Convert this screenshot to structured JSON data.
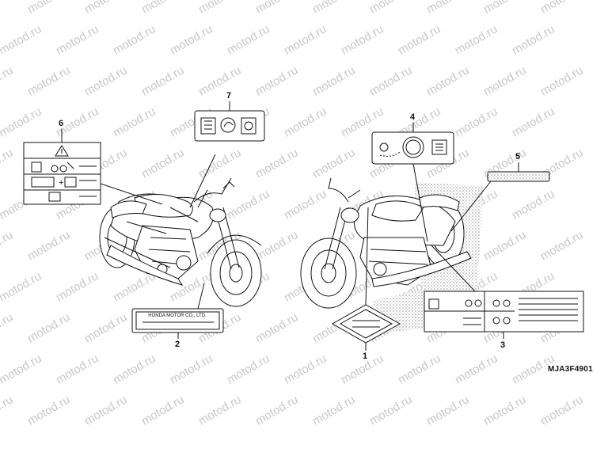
{
  "diagram": {
    "reference_code": "MJA3F4901",
    "watermark_text": "motod.ru",
    "callouts": [
      "1",
      "2",
      "3",
      "4",
      "5",
      "6",
      "7"
    ],
    "label_2_text": "HONDA MOTOR CO., LTD.",
    "colors": {
      "line": "#111111",
      "watermark": "#c8c8c8",
      "hatch": "#9a9a9a"
    }
  }
}
